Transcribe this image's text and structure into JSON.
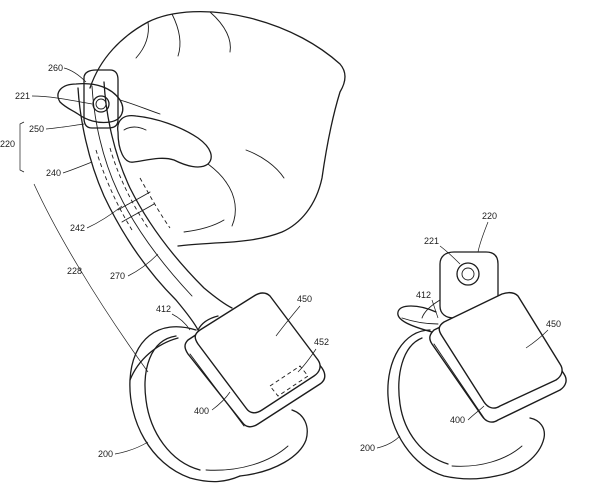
{
  "figure_left": {
    "labels": {
      "hand_band_top": "260",
      "pin_hole": "221",
      "band_upper": "250",
      "band_group": "220",
      "band_mid": "240",
      "band_inner": "242",
      "band_bracket": "228",
      "band_strip": "270",
      "band_end": "412",
      "watch_body": "450",
      "sensor": "452",
      "watch_housing": "400",
      "loop": "200"
    }
  },
  "figure_right": {
    "labels": {
      "band_group": "220",
      "pin_hole": "221",
      "band_end": "412",
      "watch_body": "450",
      "watch_housing": "400",
      "loop": "200"
    }
  }
}
